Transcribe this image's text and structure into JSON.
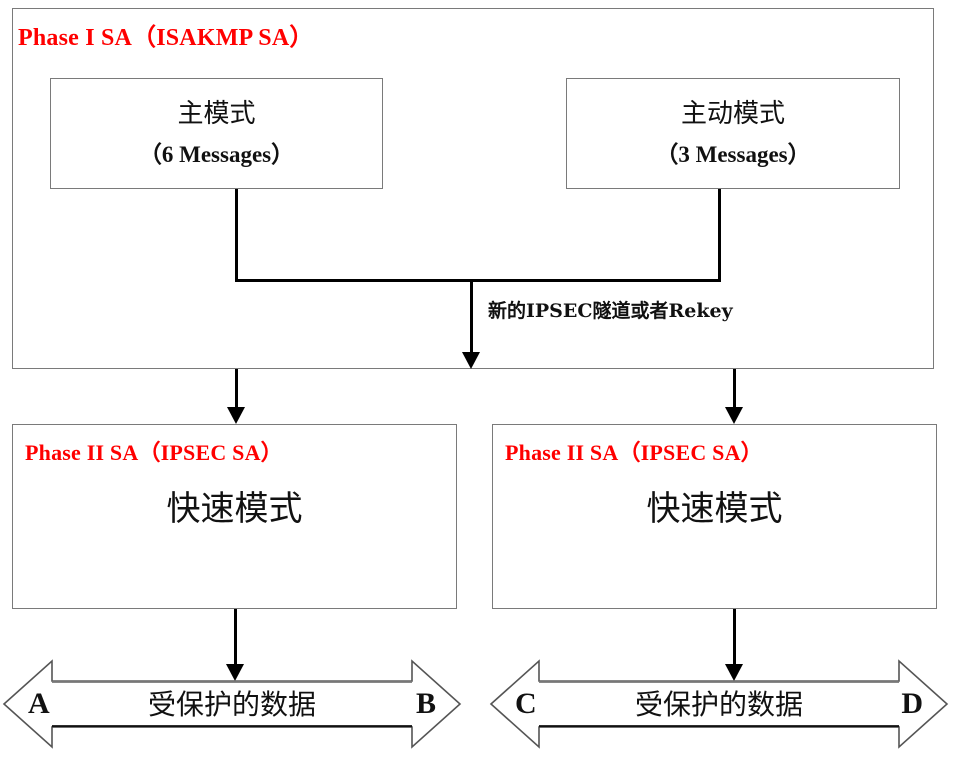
{
  "diagram": {
    "phase1": {
      "title": "Phase I  SA（ISAKMP SA）",
      "title_color": "#ff0000",
      "boxes": [
        {
          "name": "main-mode",
          "line1": "主模式",
          "line2": "（6 Messages）"
        },
        {
          "name": "aggressive-mode",
          "line1": "主动模式",
          "line2": "（3 Messages）"
        }
      ],
      "connector_label": "新的IPSEC隧道或者Rekey"
    },
    "phase2": [
      {
        "name": "phase2-left",
        "title": "Phase II  SA（IPSEC SA）",
        "body": "快速模式"
      },
      {
        "name": "phase2-right",
        "title": "Phase II SA（IPSEC SA）",
        "body": "快速模式"
      }
    ],
    "data_channels": [
      {
        "name": "channel-ab",
        "left_label": "A",
        "right_label": "B",
        "text": "受保护的数据"
      },
      {
        "name": "channel-cd",
        "left_label": "C",
        "right_label": "D",
        "text": "受保护的数据"
      }
    ],
    "colors": {
      "title_red": "#ff0000",
      "box_border": "#7a7a7a",
      "line_black": "#000000",
      "background": "#ffffff"
    }
  }
}
